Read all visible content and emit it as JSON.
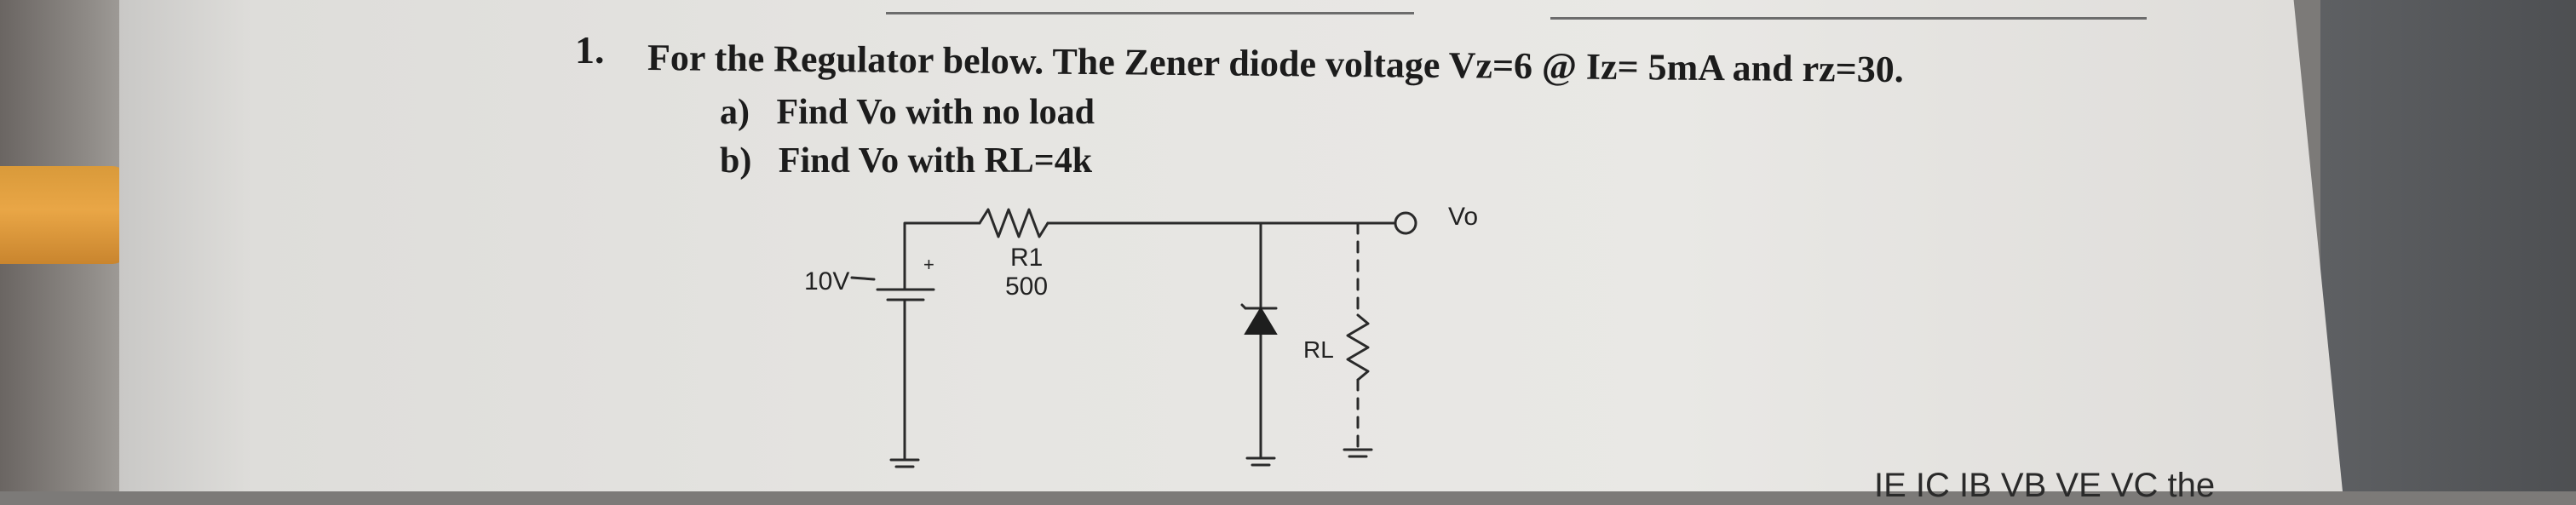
{
  "problem": {
    "number": "1.",
    "statement": "For the Regulator below. The Zener diode voltage Vz=6 @ Iz= 5mA and rz=30.",
    "parts": [
      {
        "label": "a)",
        "text": "Find Vo with no load"
      },
      {
        "label": "b)",
        "text": "Find Vo with RL=4k"
      }
    ]
  },
  "circuit": {
    "source_label": "10V",
    "resistor_name": "R1",
    "resistor_value": "500",
    "output_label": "Vo",
    "load_label": "RL",
    "plus_sign": "+"
  },
  "bottom_partial_text": "IE IC IB VB VE VC the"
}
